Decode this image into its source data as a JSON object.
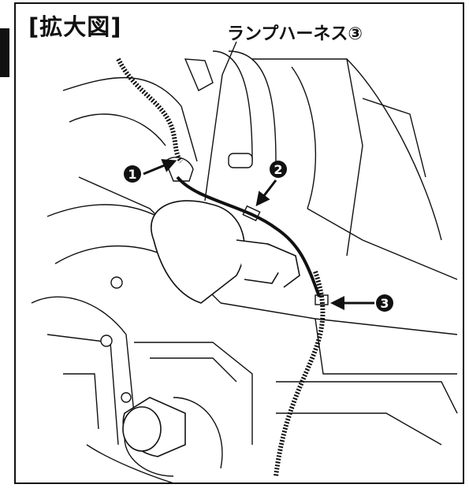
{
  "title": "[拡大図]",
  "callout": "ランプハーネス③",
  "markers": [
    {
      "number": "1",
      "icon": "arrow-right-icon"
    },
    {
      "number": "2",
      "icon": "arrow-down-left-icon"
    },
    {
      "number": "3",
      "icon": "arrow-left-icon"
    }
  ],
  "colors": {
    "line": "#111111",
    "background": "#ffffff"
  }
}
